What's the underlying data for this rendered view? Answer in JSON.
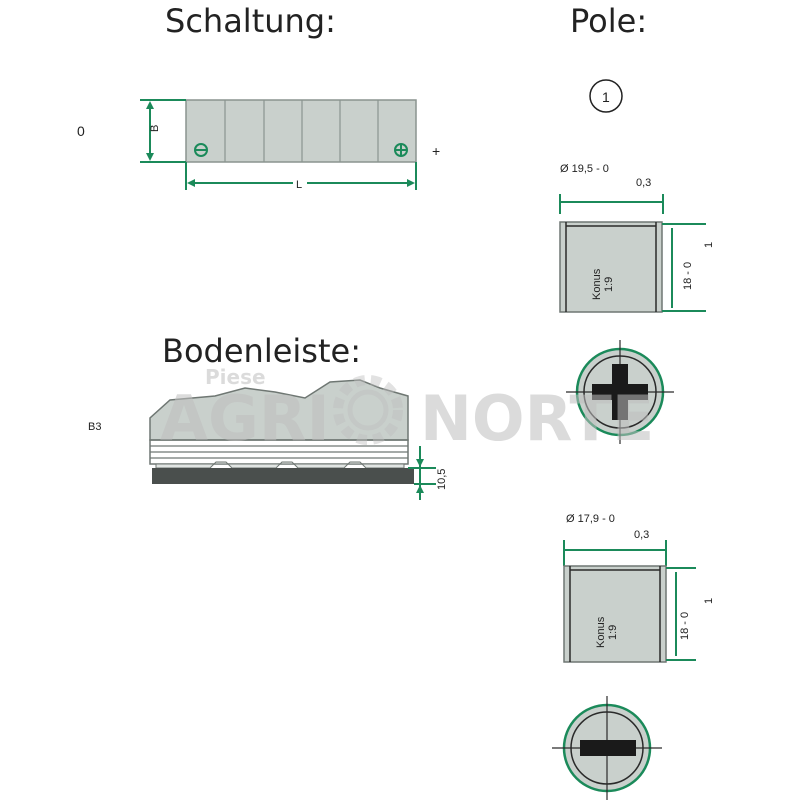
{
  "labels": {
    "schaltung": "Schaltung:",
    "pole": "Pole:",
    "bodenleiste": "Bodenleiste:",
    "circuit_code": "0",
    "height_label": "B",
    "length_label": "L",
    "plus": "+",
    "pole_number": "1",
    "base_code": "B3",
    "base_height": "10,5"
  },
  "pole_positive": {
    "diameter": "Ø 19,5 - 0",
    "diameter_tol": "0,3",
    "height": "18 - 0",
    "height_tol": "1",
    "conus_top": "Konus",
    "conus_ratio": "1:9"
  },
  "pole_negative": {
    "diameter": "Ø 17,9 - 0",
    "diameter_tol": "0,3",
    "height": "18 - 0",
    "height_tol": "1",
    "conus_top": "Konus",
    "conus_ratio": "1:9"
  },
  "watermark": {
    "small": "Piese",
    "big_left": "AGRI",
    "big_right": "NORTE"
  },
  "colors": {
    "battery_fill": "#c9d0cc",
    "accent_green": "#1b8a5a",
    "base_dark": "#4a4f4d"
  }
}
